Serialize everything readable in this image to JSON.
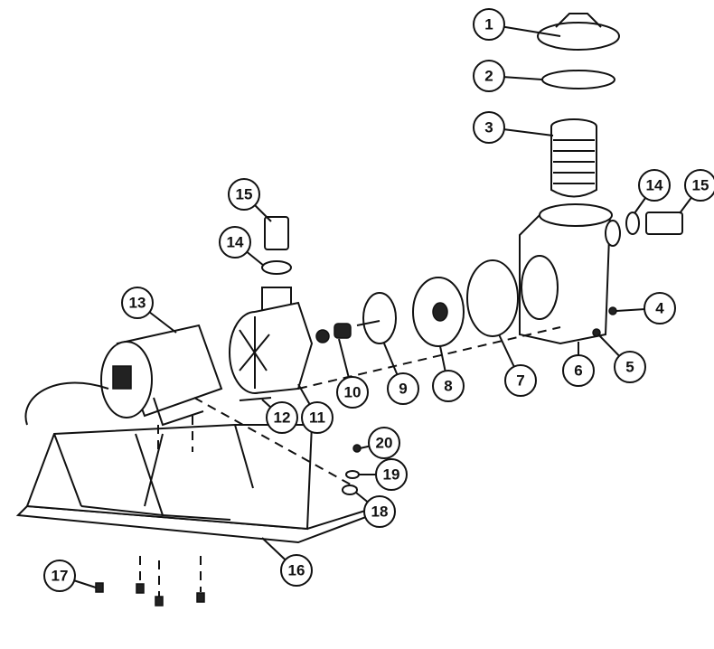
{
  "diagram": {
    "title": "Pool pump exploded parts diagram",
    "callouts": [
      "1",
      "2",
      "3",
      "14",
      "15",
      "15",
      "14",
      "13",
      "4",
      "5",
      "6",
      "7",
      "8",
      "9",
      "10",
      "11",
      "12",
      "20",
      "19",
      "18",
      "16",
      "17"
    ]
  }
}
